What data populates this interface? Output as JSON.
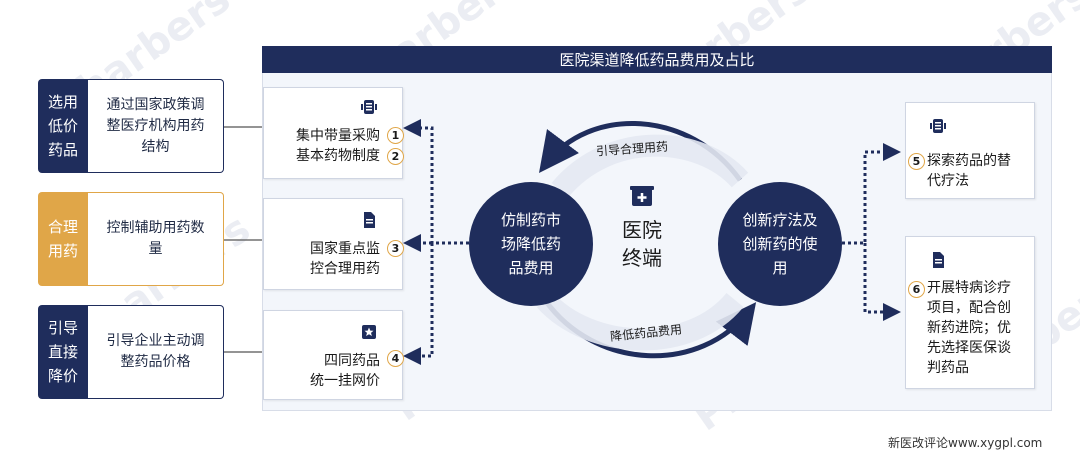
{
  "title": "医院渠道降低药品费用及占比",
  "left_rows": [
    {
      "label": "选用\n低价\n药品",
      "desc": "通过国家政策调\n整医疗机构用药\n结构"
    },
    {
      "label": "合理\n用药",
      "desc": "控制辅助用药数\n量"
    },
    {
      "label": "引导\n直接\n降价",
      "desc": "引导企业主动调\n整药品价格"
    }
  ],
  "mid_cards": [
    {
      "lines": [
        "集中带量采购",
        "基本药物制度"
      ],
      "nums": [
        "1",
        "2"
      ],
      "icon": "policy-icon"
    },
    {
      "lines": [
        "国家重点监",
        "控合理用药"
      ],
      "nums": [
        "3"
      ],
      "icon": "document-icon"
    },
    {
      "lines": [
        "四同药品",
        "统一挂网价"
      ],
      "nums": [
        "4"
      ],
      "icon": "star-document-icon"
    }
  ],
  "center": {
    "left_circle": "仿制药市\n场降低药\n品费用",
    "right_circle": "创新疗法及\n创新药的使\n用",
    "hospital": "医院\n终端",
    "top_arrow": "引导合理用药",
    "bottom_arrow": "降低药品费用"
  },
  "right_cards": [
    {
      "num": "5",
      "text": "探索药品的替\n代疗法",
      "icon": "policy-icon"
    },
    {
      "num": "6",
      "text": "开展特病诊疗\n项目，配合创\n新药进院；优\n先选择医保谈\n判药品",
      "icon": "document-icon"
    }
  ],
  "watermark": "Pharbers",
  "footer": "新医改评论www.xygpl.com",
  "colors": {
    "navy": "#1f2d5c",
    "gold": "#e0a648",
    "panel": "#f3f6fb"
  }
}
